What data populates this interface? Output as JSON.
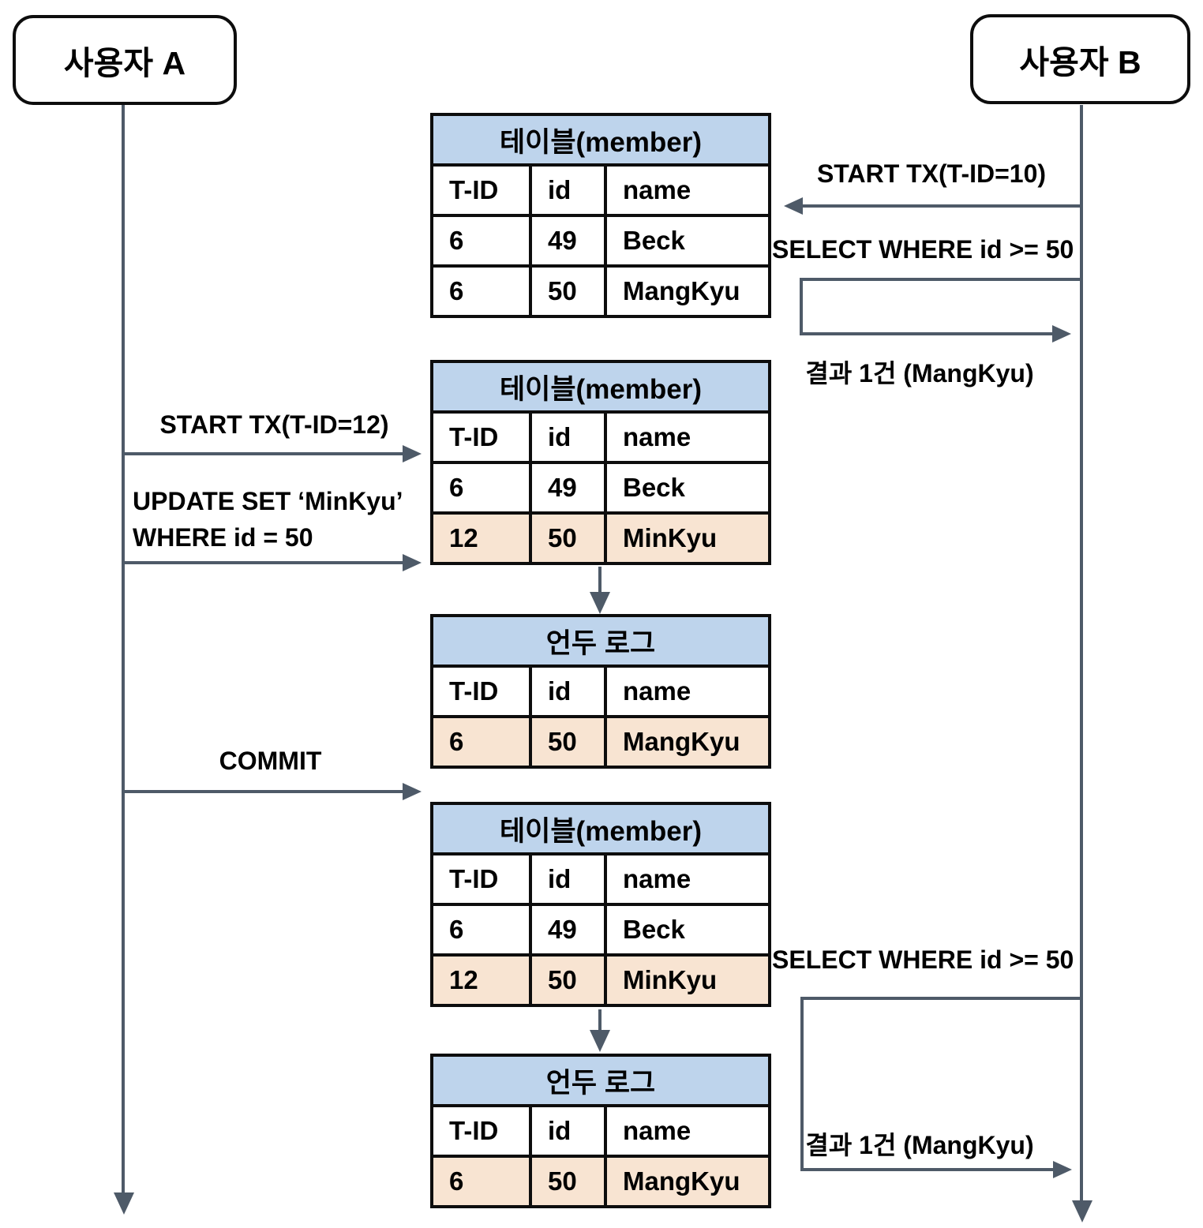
{
  "actors": {
    "a": {
      "label": "사용자 A"
    },
    "b": {
      "label": "사용자 B"
    }
  },
  "messages": {
    "a_start_tx": "START TX(T-ID=12)",
    "a_update_line1": "UPDATE SET ‘MinKyu’",
    "a_update_line2": "WHERE id = 50",
    "a_commit": "COMMIT",
    "b_start_tx": "START TX(T-ID=10)",
    "b_select_1": "SELECT WHERE id >= 50",
    "b_result_1": "결과 1건 (MangKyu)",
    "b_select_2": "SELECT WHERE id >= 50",
    "b_result_2": "결과 1건 (MangKyu)"
  },
  "tables": [
    {
      "title": "테이블(member)",
      "columns": [
        "T-ID",
        "id",
        "name"
      ],
      "rows": [
        {
          "cells": [
            "6",
            "49",
            "Beck"
          ],
          "highlight": false
        },
        {
          "cells": [
            "6",
            "50",
            "MangKyu"
          ],
          "highlight": false
        }
      ]
    },
    {
      "title": "테이블(member)",
      "columns": [
        "T-ID",
        "id",
        "name"
      ],
      "rows": [
        {
          "cells": [
            "6",
            "49",
            "Beck"
          ],
          "highlight": false
        },
        {
          "cells": [
            "12",
            "50",
            "MinKyu"
          ],
          "highlight": true
        }
      ]
    },
    {
      "title": "언두 로그",
      "columns": [
        "T-ID",
        "id",
        "name"
      ],
      "rows": [
        {
          "cells": [
            "6",
            "50",
            "MangKyu"
          ],
          "highlight": true
        }
      ]
    },
    {
      "title": "테이블(member)",
      "columns": [
        "T-ID",
        "id",
        "name"
      ],
      "rows": [
        {
          "cells": [
            "6",
            "49",
            "Beck"
          ],
          "highlight": false
        },
        {
          "cells": [
            "12",
            "50",
            "MinKyu"
          ],
          "highlight": true
        }
      ]
    },
    {
      "title": "언두 로그",
      "columns": [
        "T-ID",
        "id",
        "name"
      ],
      "rows": [
        {
          "cells": [
            "6",
            "50",
            "MangKyu"
          ],
          "highlight": true
        }
      ]
    }
  ],
  "colors": {
    "table_header_blue": "#bed4ec",
    "row_highlight_peach": "#f8e4d2",
    "arrow_gray": "#4e5a68",
    "border_black": "#0d0d0d",
    "background": "#ffffff"
  }
}
